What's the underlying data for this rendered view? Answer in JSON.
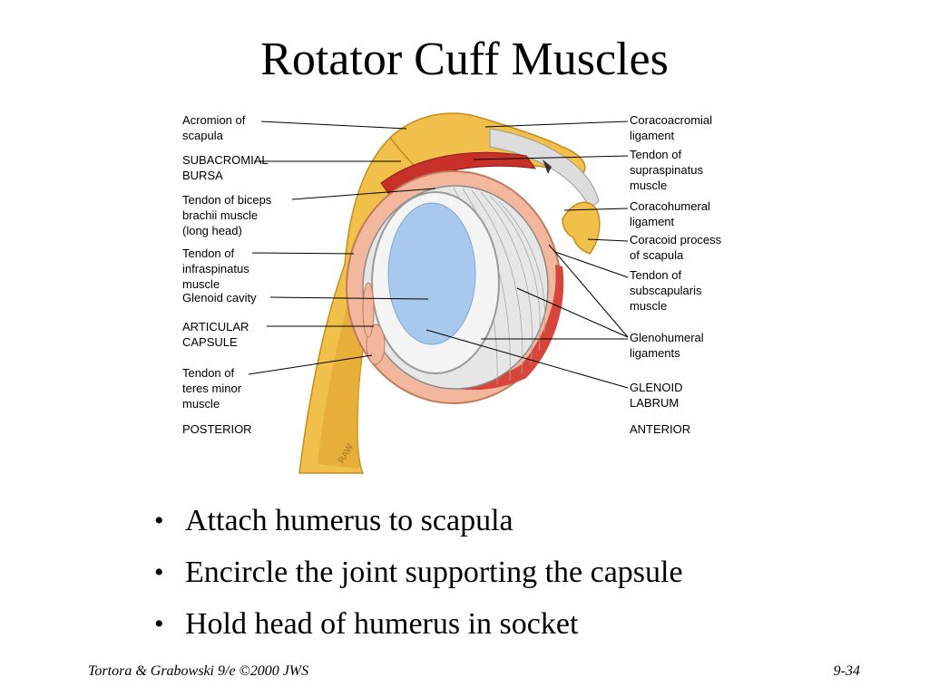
{
  "slide": {
    "title": "Rotator Cuff Muscles"
  },
  "diagram": {
    "artist_signature": "RAW",
    "labels_left": [
      {
        "lines": [
          "Acromion of",
          "scapula"
        ]
      },
      {
        "lines": [
          "SUBACROMIAL",
          "BURSA"
        ]
      },
      {
        "lines": [
          "Tendon of biceps",
          "brachii muscle",
          "(long head)"
        ]
      },
      {
        "lines": [
          "Tendon of",
          "infraspinatus",
          "muscle"
        ]
      },
      {
        "lines": [
          "Glenoid cavity"
        ]
      },
      {
        "lines": [
          "ARTICULAR",
          "CAPSULE"
        ]
      },
      {
        "lines": [
          "Tendon of",
          "teres minor",
          "muscle"
        ]
      },
      {
        "lines": [
          "POSTERIOR"
        ]
      }
    ],
    "labels_right": [
      {
        "lines": [
          "Coracoacromial",
          "ligament"
        ]
      },
      {
        "lines": [
          "Tendon of",
          "supraspinatus",
          "muscle"
        ]
      },
      {
        "lines": [
          "Coracohumeral",
          "ligament"
        ]
      },
      {
        "lines": [
          "Coracoid process",
          "of scapula"
        ]
      },
      {
        "lines": [
          "Tendon of",
          "subscapularis",
          "muscle"
        ]
      },
      {
        "lines": [
          "Glenohumeral",
          "ligaments"
        ]
      },
      {
        "lines": [
          "GLENOID",
          "LABRUM"
        ]
      },
      {
        "lines": [
          "ANTERIOR"
        ]
      }
    ],
    "colors": {
      "bone": "#f0c04a",
      "bone_dark": "#d69a22",
      "cartilage": "#a9c8ee",
      "ligament_gray": "#d9d9d9",
      "muscle_red": "#d8453a",
      "tendon_peach": "#f2b79c"
    }
  },
  "bullets": [
    "Attach humerus to scapula",
    "Encircle the joint supporting the capsule",
    "Hold head of humerus in socket"
  ],
  "footer": {
    "left": "Tortora & Grabowski 9/e ©2000 JWS",
    "right": "9-34"
  }
}
